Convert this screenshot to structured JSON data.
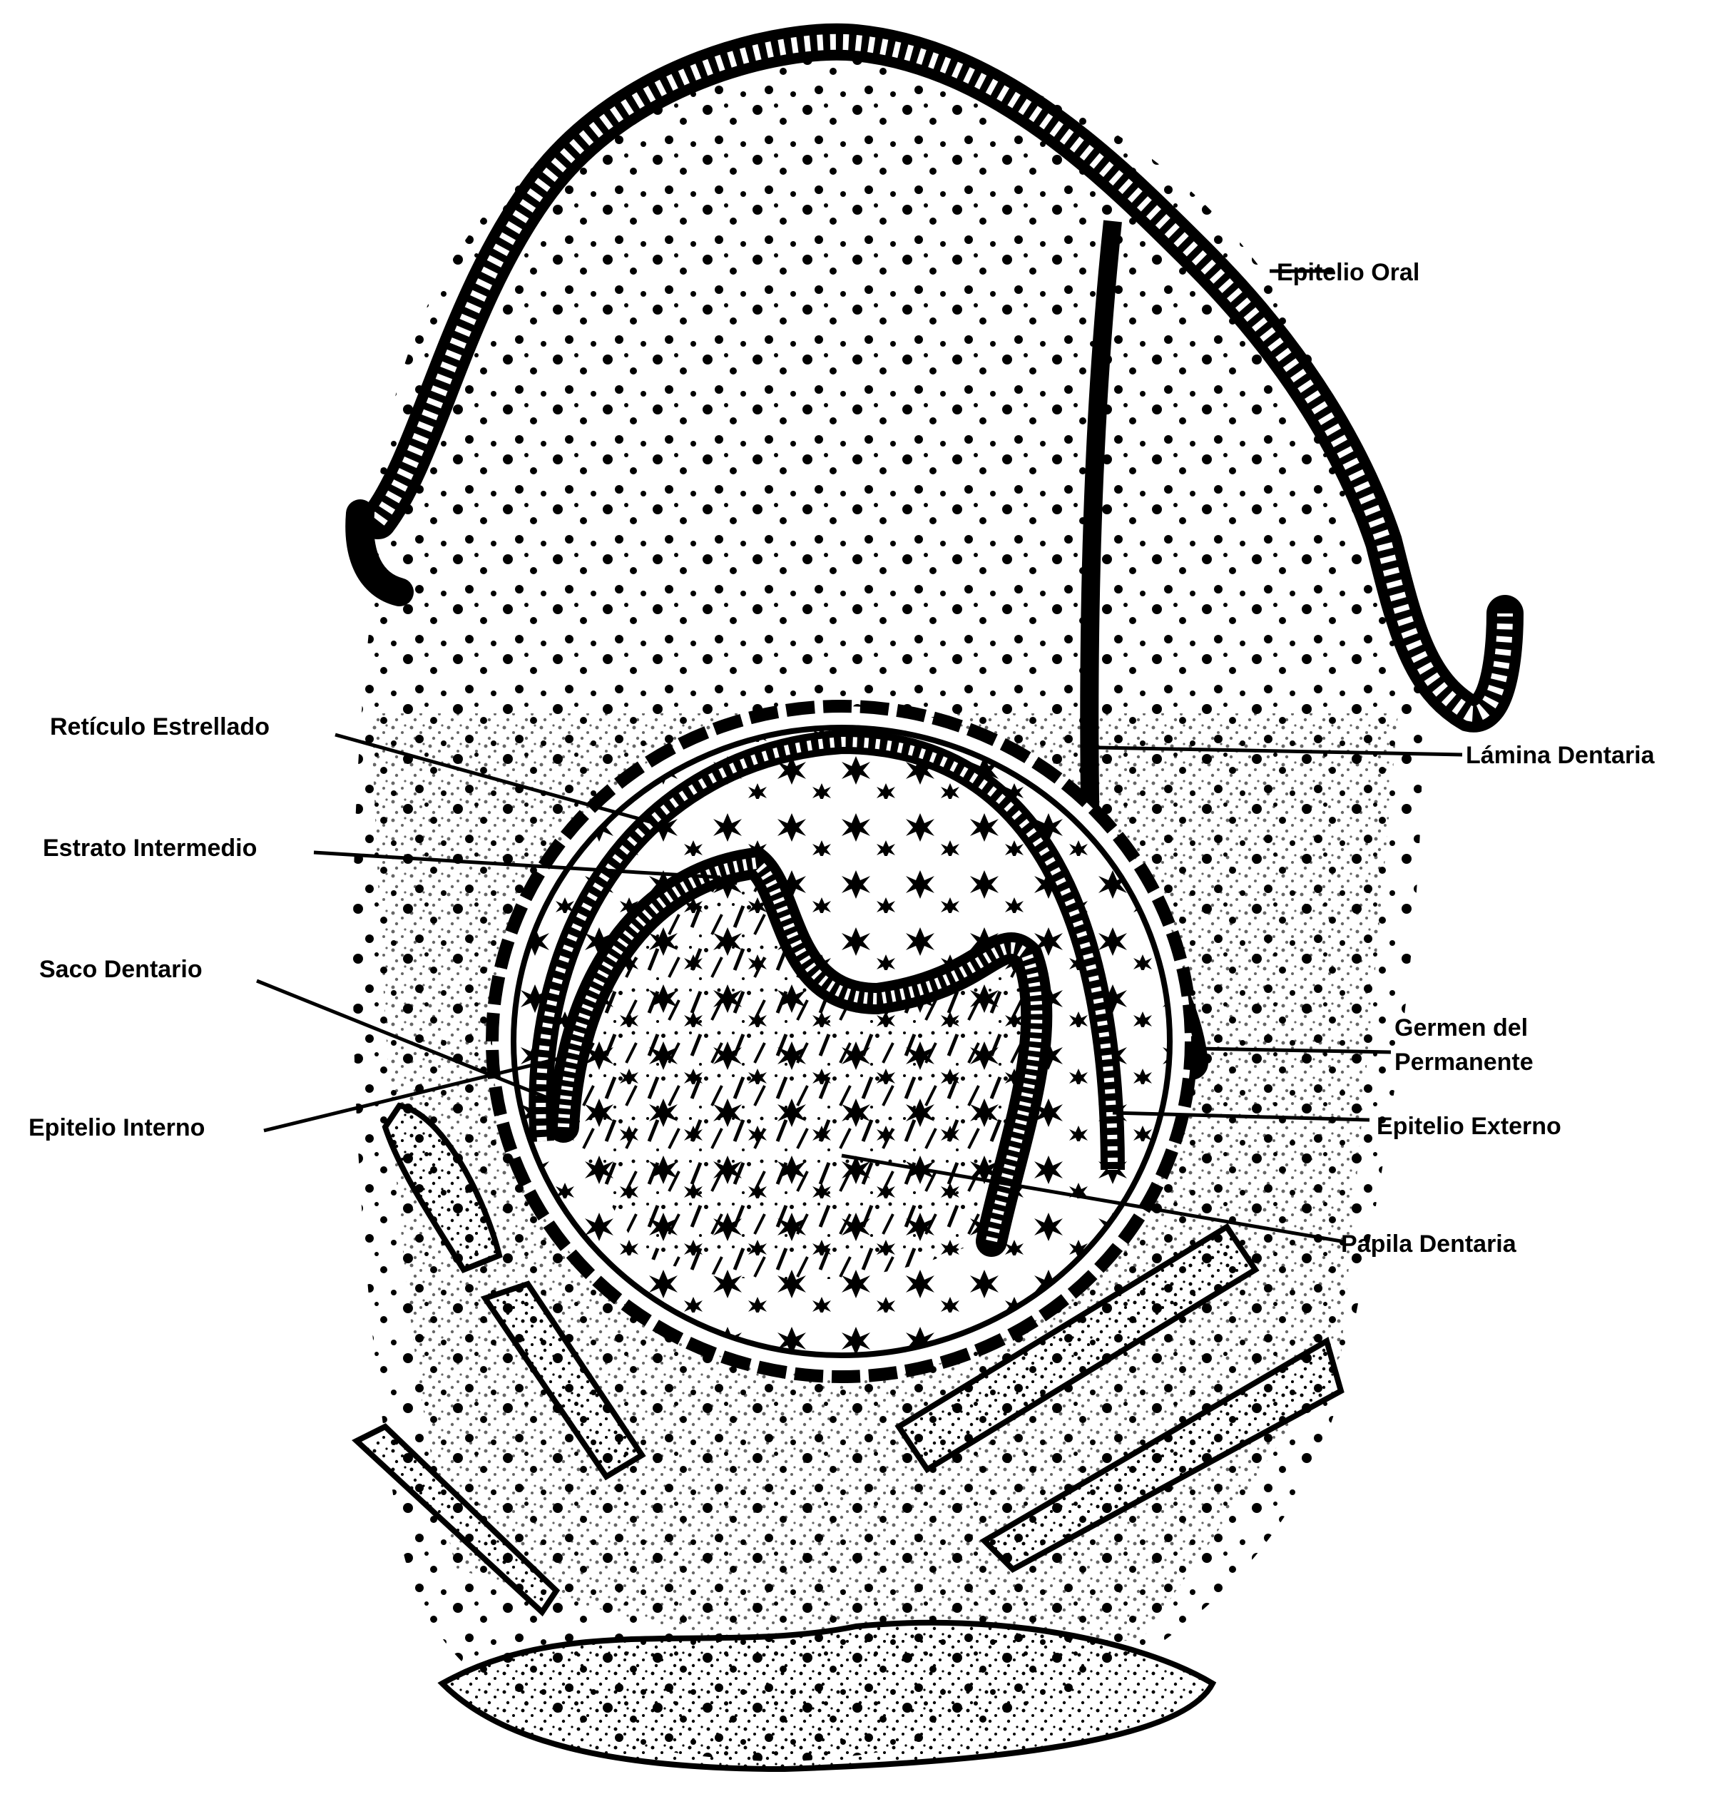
{
  "diagram": {
    "labels": {
      "epitelio_oral": "Epitelio Oral",
      "lamina_dentaria": "Lámina Dentaria",
      "reticulo_estrellado": "Retículo Estrellado",
      "estrato_intermedio": "Estrato Intermedio",
      "saco_dentario": "Saco Dentario",
      "germen_permanente_1": "Germen del",
      "germen_permanente_2": "Permanente",
      "epitelio_interno": "Epitelio Interno",
      "epitelio_externo": "Epitelio Externo",
      "papila_dentaria": "Papila Dentaria"
    },
    "colors": {
      "ink": "#000000",
      "paper": "#ffffff"
    }
  }
}
